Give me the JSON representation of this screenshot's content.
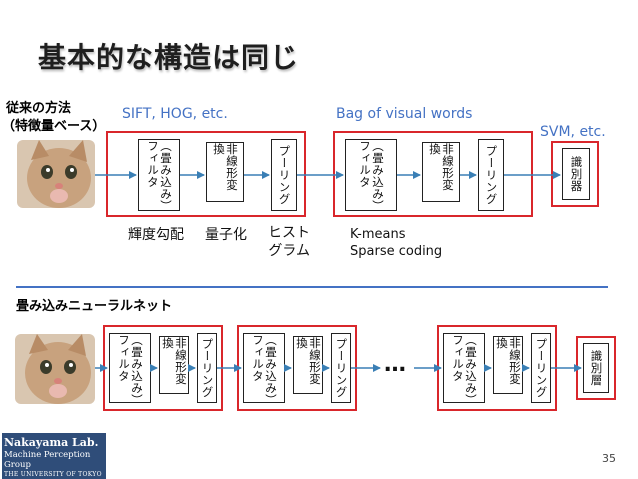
{
  "slide": {
    "title": "基本的な構造は同じ",
    "page_number": "35"
  },
  "traditional": {
    "section_label_line1": "従来の方法",
    "section_label_line2": "（特徴量ベース）",
    "group1_label": "SIFT, HOG, etc.",
    "group2_label": "Bag of visual words",
    "classifier_label": "SVM, etc.",
    "boxes": {
      "filter": "（畳み込み）フィルタ",
      "nonlinear": "非線形変換",
      "pooling": "プーリング",
      "classifier": "識別器"
    },
    "captions": {
      "gradient": "輝度勾配",
      "quantize": "量子化",
      "histogram": "ヒストグラム",
      "kmeans": "K-means",
      "sparse": "Sparse coding"
    }
  },
  "cnn": {
    "section_label": "畳み込みニューラルネット",
    "ellipsis": "…",
    "boxes": {
      "filter": "（畳み込み）フィルタ",
      "nonlinear": "非線形変換",
      "pooling": "プーリング",
      "classifier": "識別層"
    }
  },
  "footer": {
    "lab_name": "Nakayama Lab.",
    "group_name": "Machine Perception Group",
    "university": "THE UNIVERSITY OF TOKYO"
  },
  "colors": {
    "accent_blue": "#4472c4",
    "frame_red": "#d9262b",
    "arrow_blue": "#3a7fb5",
    "footer_navy": "#2f4d79"
  }
}
